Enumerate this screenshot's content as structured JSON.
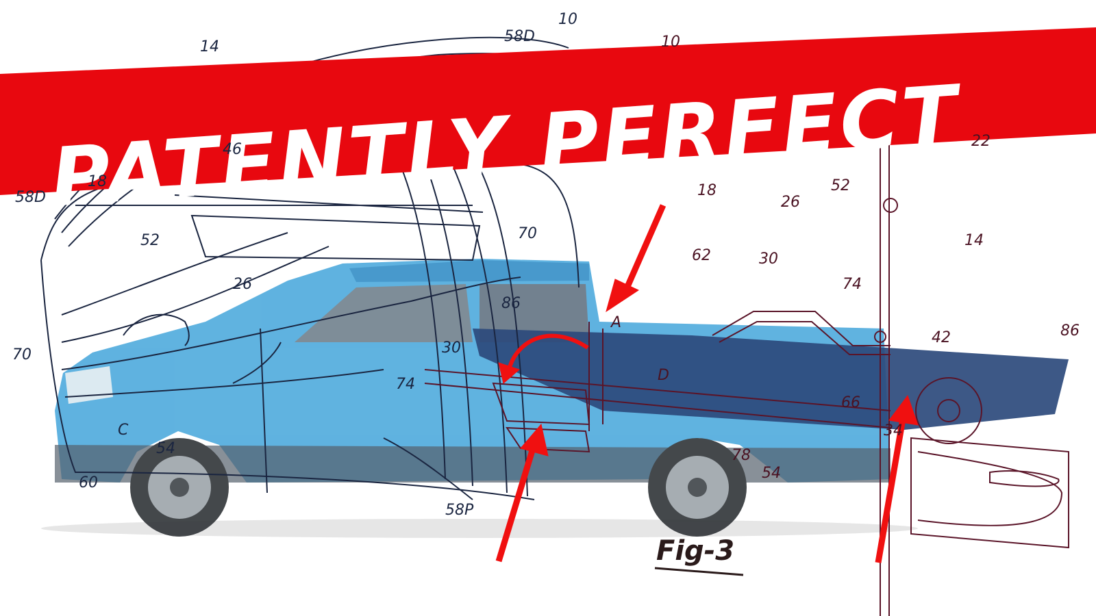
{
  "banner": {
    "title": "PATENTLY PERFECT",
    "color": "#e8080f"
  },
  "figure": {
    "label": "Fig-3"
  },
  "colors": {
    "truck_body": "#4aa8dc",
    "canoe": "#2c4a7c",
    "line_blue": "#1a2540",
    "line_red": "#5a1428",
    "arrow_red": "#f01010"
  },
  "labels_left": [
    "14",
    "58D",
    "18",
    "46",
    "52",
    "26",
    "70",
    "C",
    "54",
    "60",
    "58P",
    "86",
    "30",
    "74",
    "70"
  ],
  "labels_center": [
    "10",
    "58D",
    "10",
    "A",
    "D",
    "78",
    "54",
    "62",
    "30",
    "74"
  ],
  "labels_right": [
    "18",
    "26",
    "52",
    "22",
    "14",
    "42",
    "86",
    "66",
    "34"
  ]
}
